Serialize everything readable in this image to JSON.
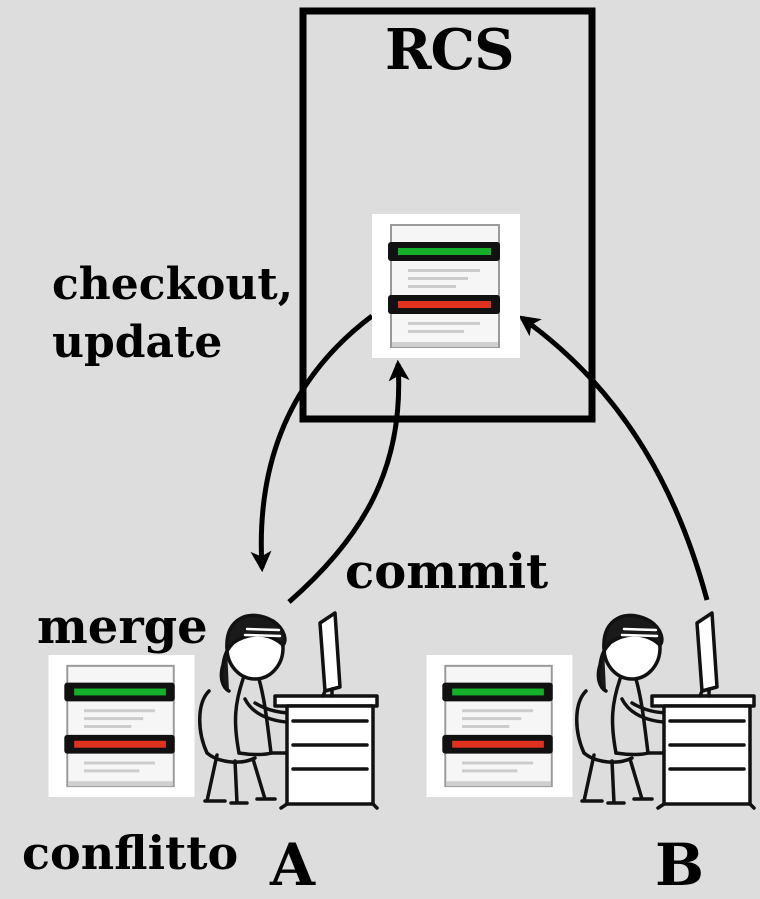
{
  "repository": {
    "title": "RCS"
  },
  "labels": {
    "checkout_update": "checkout,\nupdate",
    "commit": "commit",
    "merge": "merge",
    "conflict": "conflitto",
    "user_a": "A",
    "user_b": "B"
  },
  "colors": {
    "background": "#dddddd",
    "change_green": "#15b02a",
    "change_red": "#e0321f"
  },
  "icons": [
    "document-icon",
    "developer-at-desk-icon"
  ]
}
